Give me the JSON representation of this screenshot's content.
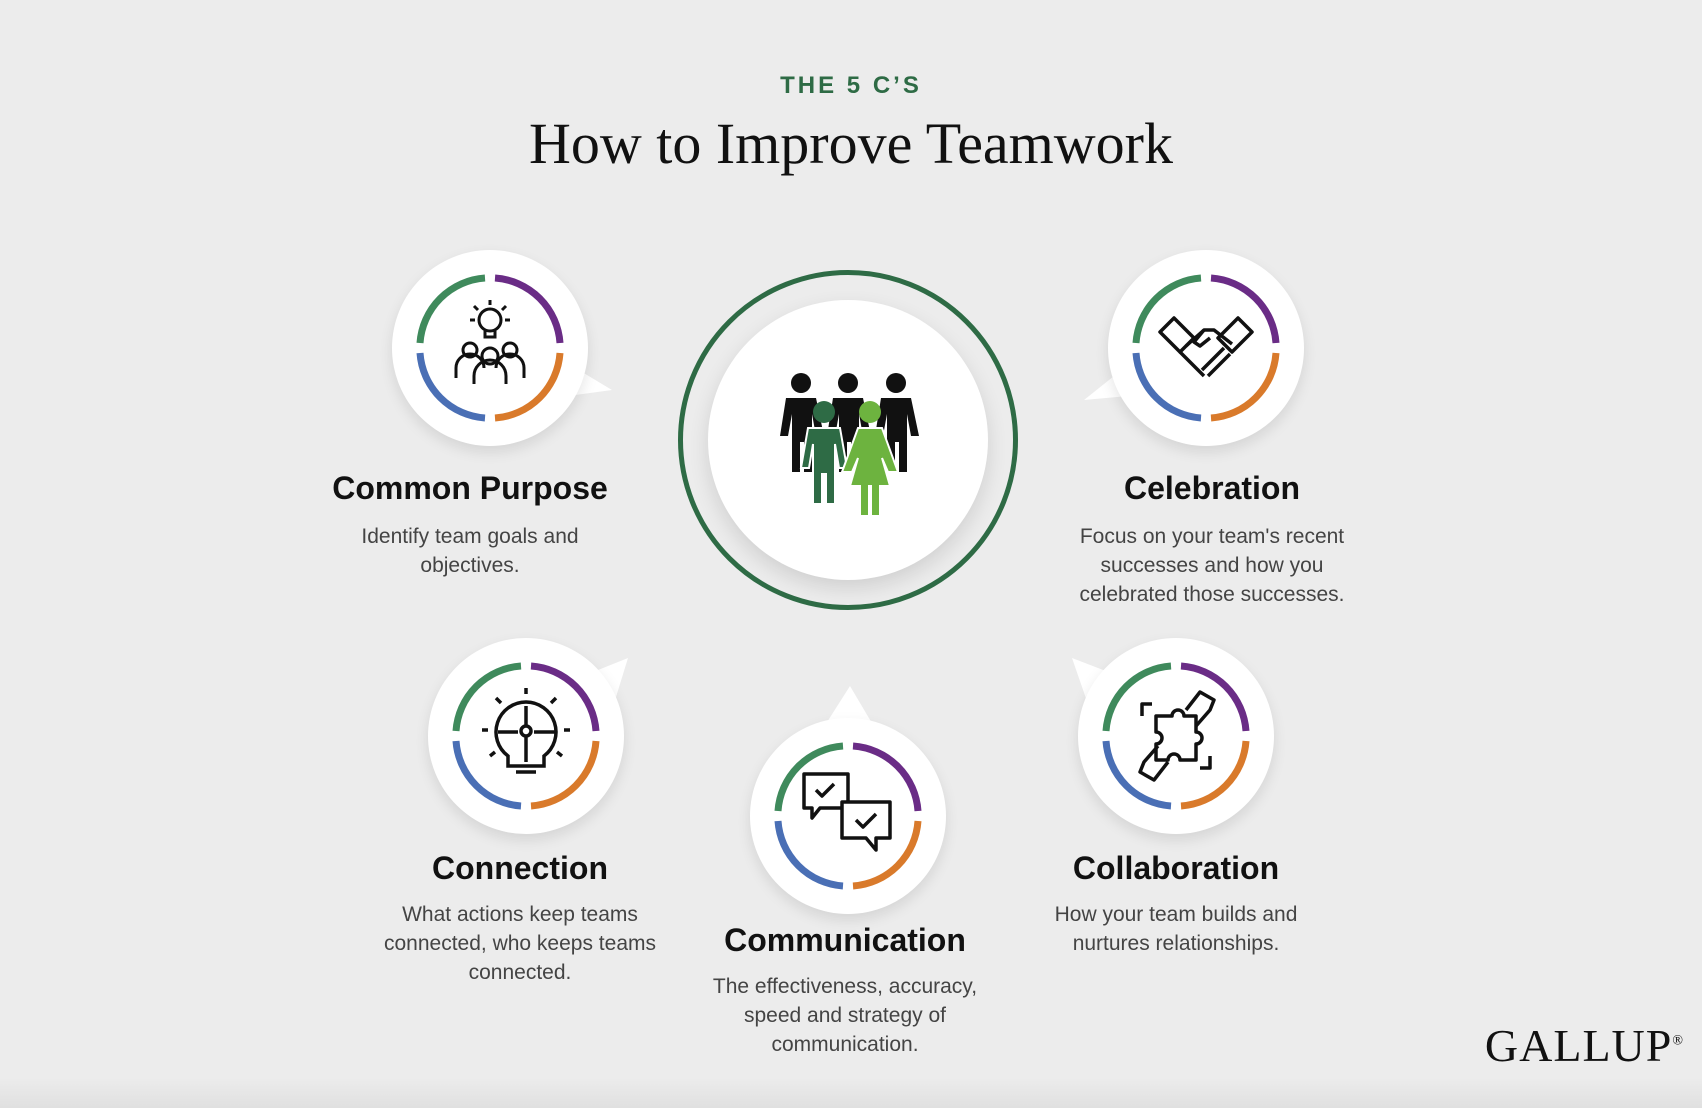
{
  "header": {
    "eyebrow": "THE 5 C’S",
    "title": "How to Improve Teamwork"
  },
  "ring_colors": {
    "green": "#3f8a5c",
    "purple": "#6a2c86",
    "orange": "#d97a2b",
    "blue": "#4a6fb5"
  },
  "center": {
    "icon": "team-people-icon",
    "accent": "#2e6b45",
    "highlight": "#6db33f"
  },
  "items": {
    "common_purpose": {
      "title": "Common Purpose",
      "description_lines": [
        "Identify team goals and",
        "objectives."
      ],
      "icon": "lightbulb-group-icon"
    },
    "celebration": {
      "title": "Celebration",
      "description_lines": [
        "Focus on your team's recent",
        "successes and how you",
        "celebrated those successes."
      ],
      "icon": "handshake-icon"
    },
    "connection": {
      "title": "Connection",
      "description_lines": [
        "What actions keep teams",
        "connected, who keeps teams",
        "connected."
      ],
      "icon": "puzzle-lightbulb-icon"
    },
    "communication": {
      "title": "Communication",
      "description_lines": [
        "The effectiveness, accuracy,",
        "speed and strategy of",
        "communication."
      ],
      "icon": "chat-bubbles-check-icon"
    },
    "collaboration": {
      "title": "Collaboration",
      "description_lines": [
        "How your team builds and",
        "nurtures relationships."
      ],
      "icon": "puzzle-hands-icon"
    }
  },
  "brand": {
    "logo_text": "GALLUP",
    "registered": "®"
  }
}
